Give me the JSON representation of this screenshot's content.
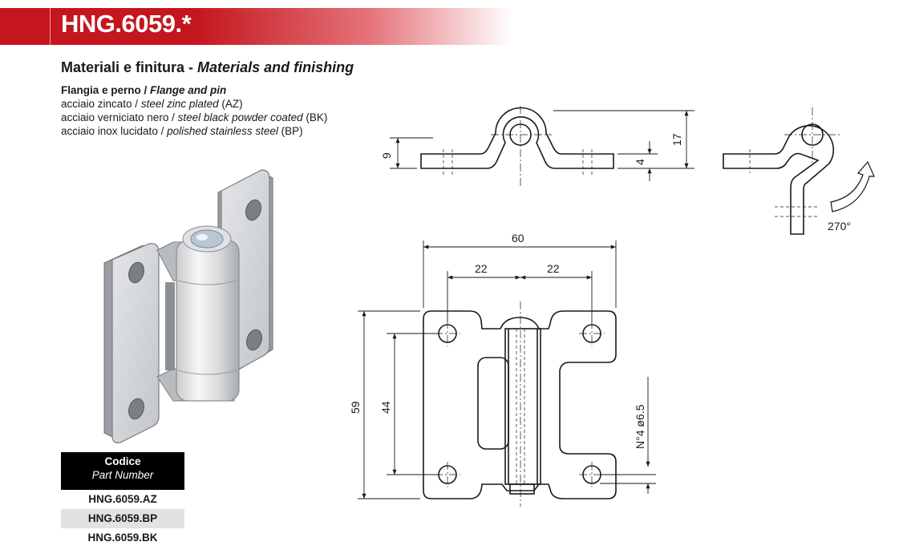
{
  "header": {
    "title": "HNG.6059.*"
  },
  "materials": {
    "heading_it": "Materiali e finitura - ",
    "heading_en": "Materials and finishing",
    "sub_it": "Flangia e perno / ",
    "sub_en": "Flange and pin",
    "lines": [
      {
        "it": "acciaio zincato / ",
        "en": "steel zinc plated",
        "code": " (AZ)"
      },
      {
        "it": "acciaio verniciato nero / ",
        "en": "steel black powder coated",
        "code": " (BK)"
      },
      {
        "it": "acciaio inox lucidato / ",
        "en": "polished stainless steel",
        "code": " (BP)"
      }
    ]
  },
  "part_table": {
    "header_it": "Codice",
    "header_en": "Part Number",
    "rows": [
      "HNG.6059.AZ",
      "HNG.6059.BP",
      "HNG.6059.BK"
    ]
  },
  "dimensions": {
    "width": "60",
    "hole_left": "22",
    "hole_right": "22",
    "height": "59",
    "hole_pitch": "44",
    "holes": "N°4  ø6.5",
    "side_thickness": "9",
    "side_height": "17",
    "plate": "4",
    "rotation": "270°"
  }
}
